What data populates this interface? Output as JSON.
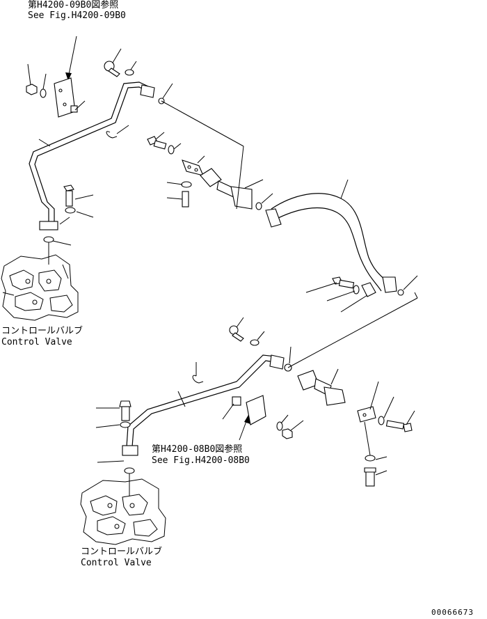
{
  "references": {
    "top": {
      "jp": "第H4200-09B0図参照",
      "en": "See Fig.H4200-09B0"
    },
    "bottom": {
      "jp": "第H4200-08B0図参照",
      "en": "See Fig.H4200-08B0"
    }
  },
  "control_valve_top": {
    "jp": "コントロールバルブ",
    "en": "Control Valve"
  },
  "control_valve_bottom": {
    "jp": "コントロールバルブ",
    "en": "Control Valve"
  },
  "drawing_number": "00066673"
}
